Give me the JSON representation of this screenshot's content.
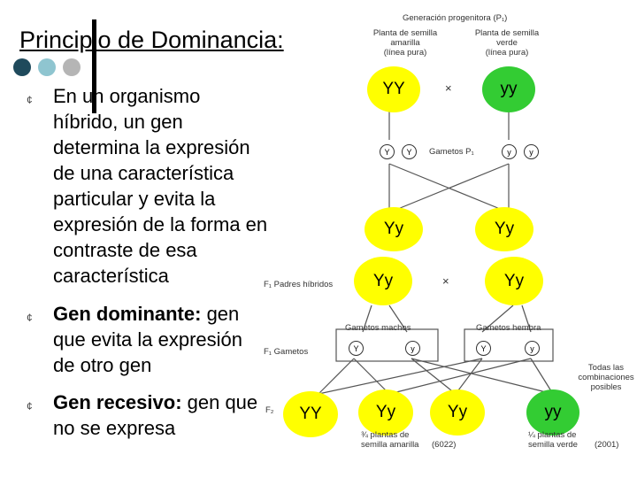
{
  "slide": {
    "title": "Principio de Dominancia:",
    "bullets": [
      {
        "bold": "",
        "text": "En un organismo híbrido, un gen determina la expresión de una característica particular y evita la expresión de la forma en contraste de esa característica"
      },
      {
        "bold": "Gen dominante:",
        "text": " gen que evita la expresión de otro gen"
      },
      {
        "bold": "Gen recesivo:",
        "text": " gen que no se expresa"
      }
    ],
    "bullet_lines": [
      [
        "En un organismo",
        "híbrido, un gen",
        "determina la expresión",
        "de una característica",
        "particular y evita la",
        "expresión de la forma en",
        "contraste de esa",
        "característica"
      ],
      [
        "Gen dominante: gen",
        "que evita la expresión",
        "de otro gen"
      ],
      [
        "Gen recesivo: gen que",
        "no se expresa"
      ]
    ]
  },
  "diagram": {
    "header": "Generación progenitora (P₁)",
    "parent_left_label": [
      "Planta de semilla",
      "amarilla",
      "(línea pura)"
    ],
    "parent_right_label": [
      "Planta de semilla",
      "verde",
      "(línea pura)"
    ],
    "cross_symbol": "×",
    "gametes_p1_label": "Gametos P₁",
    "f1_label": "F₁ Padres híbridos",
    "f1_gametes_label": "F₁ Gametos",
    "f2_label": "F₂",
    "male_gametes_label": "Gametos machos",
    "female_gametes_label": "Gametos hembra",
    "all_combinations_label": [
      "Todas las",
      "combinaciones",
      "posibles"
    ],
    "left_ratio_label": [
      "¾ plantas de",
      "semilla amarilla"
    ],
    "left_count": "(6022)",
    "right_ratio_label": [
      "¼ plantas de",
      "semilla verde"
    ],
    "right_count": "(2001)",
    "parents": [
      "YY",
      "yy"
    ],
    "p1_gametes": [
      "Y",
      "Y",
      "y",
      "y"
    ],
    "f1": [
      "Yy",
      "Yy"
    ],
    "f1_parents": [
      "Yy",
      "Yy"
    ],
    "f1_gametes": [
      "Y",
      "y",
      "Y",
      "y"
    ],
    "f2": [
      "YY",
      "Yy",
      "Yy",
      "yy"
    ],
    "colors": {
      "yellow": "#ffff00",
      "green": "#33cc33",
      "dot1": "#1f4a5c",
      "dot2": "#8fc5d0",
      "dot3": "#b5b5b5"
    }
  }
}
